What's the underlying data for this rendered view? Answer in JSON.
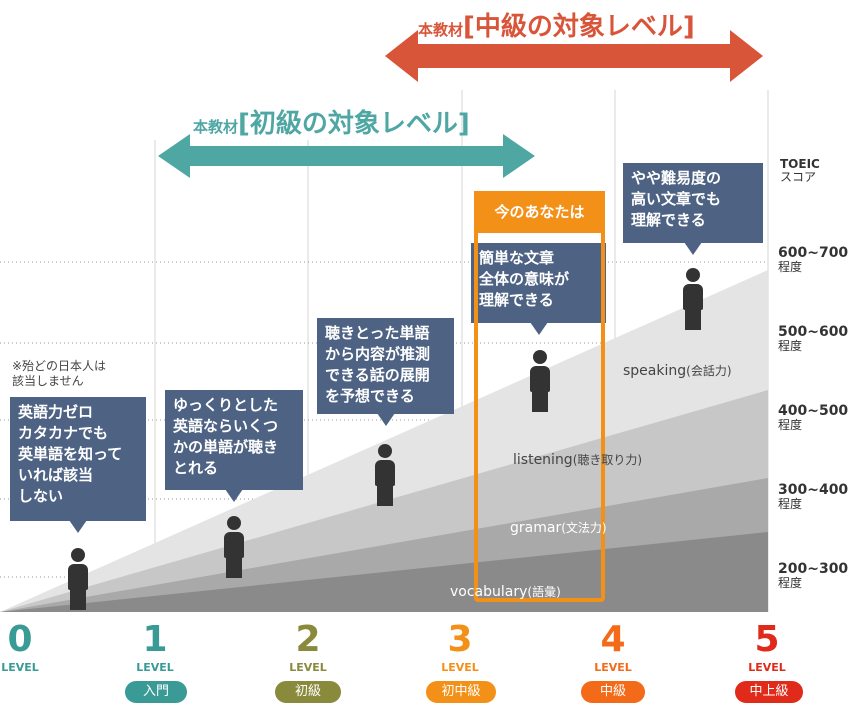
{
  "top_arrow": {
    "prefix": "本教材",
    "bracket_text": "[中級の対象レベル]",
    "color": "#d9553a"
  },
  "mid_arrow": {
    "prefix": "本教材",
    "bracket_text": "[初級の対象レベル]",
    "color": "#4fa7a4"
  },
  "toeic_header": {
    "line1": "TOEIC",
    "line2": "スコア"
  },
  "scores": [
    {
      "range": "600~700",
      "suffix": "程度"
    },
    {
      "range": "500~600",
      "suffix": "程度"
    },
    {
      "range": "400~500",
      "suffix": "程度"
    },
    {
      "range": "300~400",
      "suffix": "程度"
    },
    {
      "range": "200~300",
      "suffix": "程度"
    }
  ],
  "note": "※殆どの日本人は\n該当しません",
  "bubbles": [
    "英語力ゼロ\nカタカナでも\n英単語を知って\nいれば該当\nしない",
    "ゆっくりとした\n英語ならいくつ\nかの単語が聴き\nとれる",
    "聴きとった単語\nから内容が推測\nできる話の展開\nを予想できる",
    "簡単な文章\n全体の意味が\n理解できる",
    "やや難易度の\n高い文章でも\n理解できる"
  ],
  "highlight_label": "今のあなたは",
  "layers": [
    {
      "name": "speaking",
      "jp": "(会話力)"
    },
    {
      "name": "listening",
      "jp": "(聴き取り力)"
    },
    {
      "name": "gramar",
      "jp": "(文法力)"
    },
    {
      "name": "vocabulary",
      "jp": "(語彙)"
    }
  ],
  "levels": [
    {
      "num": "0",
      "word": "LEVEL",
      "tag": "",
      "color": "#3a9a96"
    },
    {
      "num": "1",
      "word": "LEVEL",
      "tag": "入門",
      "color": "#3a9a96"
    },
    {
      "num": "2",
      "word": "LEVEL",
      "tag": "初級",
      "color": "#8a8a3c"
    },
    {
      "num": "3",
      "word": "LEVEL",
      "tag": "初中級",
      "color": "#f39018"
    },
    {
      "num": "4",
      "word": "LEVEL",
      "tag": "中級",
      "color": "#f36b18"
    },
    {
      "num": "5",
      "word": "LEVEL",
      "tag": "中上級",
      "color": "#e02a1a"
    }
  ]
}
